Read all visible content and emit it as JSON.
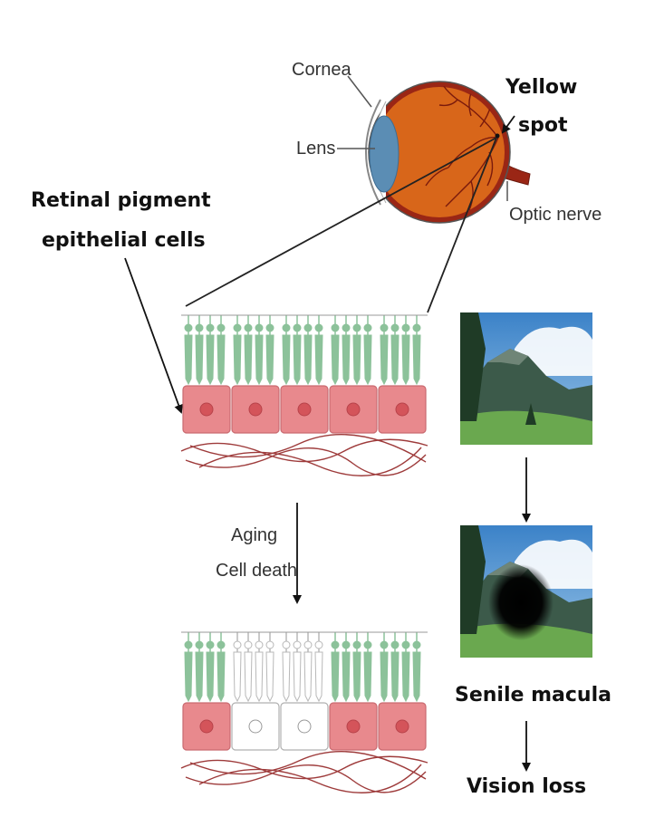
{
  "eye": {
    "cornea_label": "Cornea",
    "lens_label": "Lens",
    "yellow_spot_label_line1": "Yellow",
    "yellow_spot_label_line2": "spot",
    "optic_nerve_label": "Optic nerve"
  },
  "rpe": {
    "label_line1": "Retinal pigment",
    "label_line2": "epithelial cells"
  },
  "process": {
    "aging_label": "Aging",
    "cell_death_label": "Cell death"
  },
  "outcome": {
    "senile_macula_label": "Senile macula",
    "vision_loss_label": "Vision loss"
  },
  "colors": {
    "eye_orange": "#d8661a",
    "eye_wall": "#9a2615",
    "lens_blue": "#5b8db4",
    "cell_pink": "#e8898d",
    "nucleus_red": "#d4545a",
    "photoreceptor_green": "#8cc29a",
    "fiber_red": "#9e3b3b"
  },
  "rpe_layer_top": {
    "cells": [
      "alive",
      "alive",
      "alive",
      "alive",
      "alive"
    ]
  },
  "rpe_layer_bottom": {
    "cells": [
      "alive",
      "dead",
      "dead",
      "alive",
      "alive"
    ]
  }
}
